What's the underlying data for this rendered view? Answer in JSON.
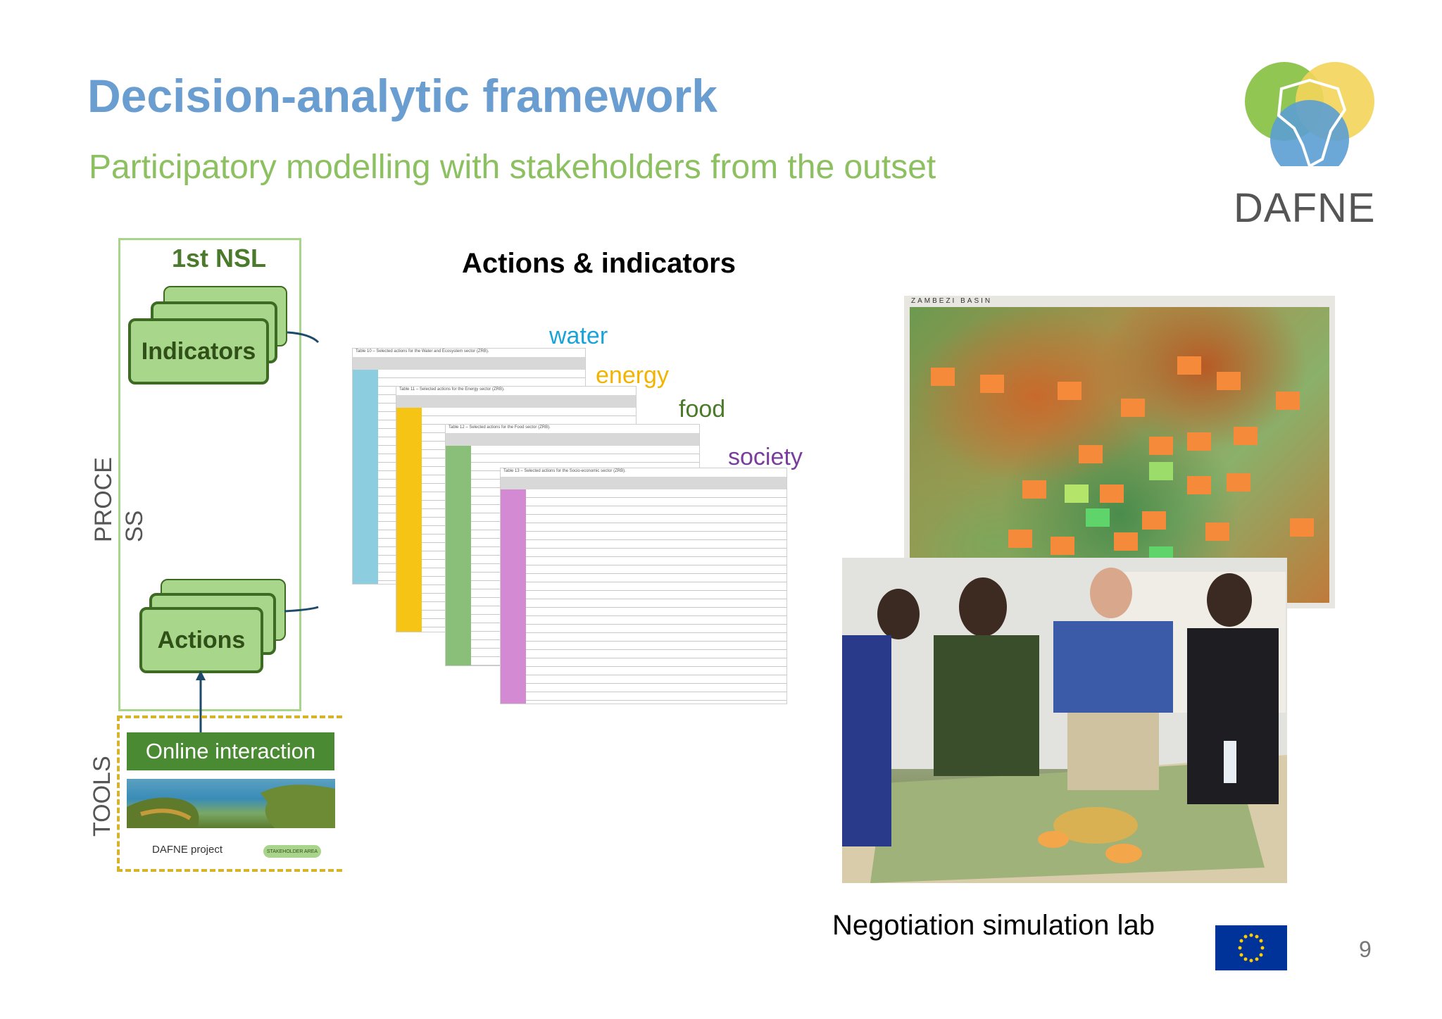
{
  "slide": {
    "title": "Decision-analytic framework",
    "subtitle": "Participatory modelling with stakeholders from the outset",
    "page_number": "9"
  },
  "logo": {
    "text": "DAFNE"
  },
  "process": {
    "side_label_top": "PROCE",
    "side_label_bottom": "SS",
    "nsl_label": "1st  NSL",
    "indicators_label": "Indicators",
    "actions_label": "Actions"
  },
  "tools": {
    "side_label": "TOOLS",
    "online_label": "Online  interaction",
    "project_label": "DAFNE project",
    "stakeholder_button": "STAKEHOLDER AREA"
  },
  "actions_indicators": {
    "heading": "Actions & indicators",
    "categories": [
      {
        "label": "water",
        "color": "#1aa3d8"
      },
      {
        "label": "energy",
        "color": "#f2b400"
      },
      {
        "label": "food",
        "color": "#4a7a2a"
      },
      {
        "label": "society",
        "color": "#7a3d9e"
      }
    ],
    "table_captions": [
      "Table 10 – Selected actions for the Water and Ecosystem sector (ZRB).",
      "Table 11 – Selected actions for the Energy sector (ZRB).",
      "Table 12 – Selected actions for the Food sector (ZRB).",
      "Table 13 – Selected actions for the Socio-economic sector (ZRB)."
    ]
  },
  "map": {
    "title": "ZAMBEZI BASIN"
  },
  "lab": {
    "caption": "Negotiation simulation lab"
  },
  "colors": {
    "title_blue": "#6a9ed0",
    "subtitle_green": "#8cc061",
    "card_green": "#a8d68a",
    "dark_green": "#3e6b23",
    "tools_dashed": "#d6b32a",
    "eu_blue": "#003399"
  }
}
